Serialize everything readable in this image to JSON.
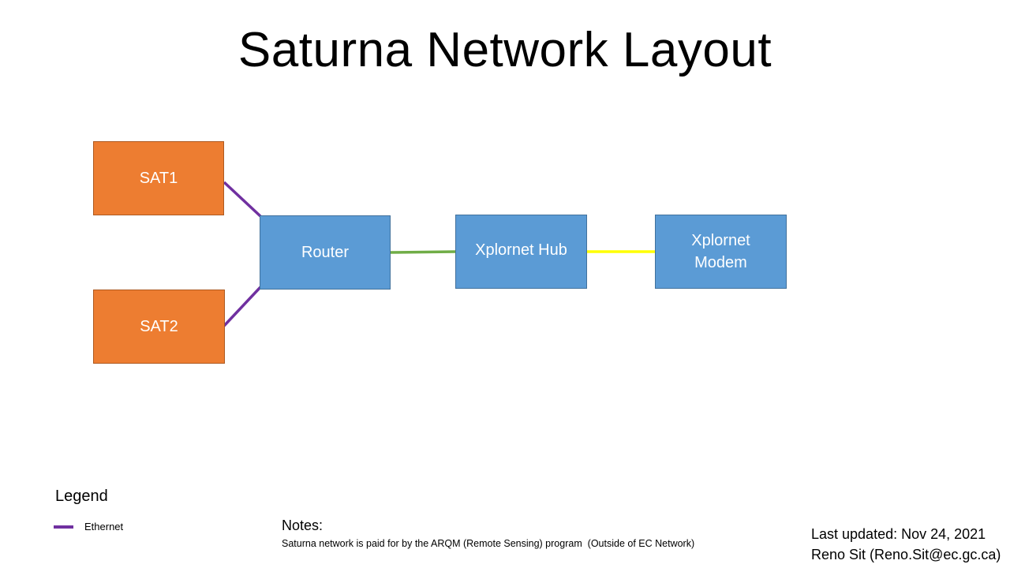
{
  "title": "Saturna Network Layout",
  "nodes": {
    "sat1": {
      "label": "SAT1",
      "color": "#ed7d31"
    },
    "sat2": {
      "label": "SAT2",
      "color": "#ed7d31"
    },
    "router": {
      "label": "Router",
      "color": "#5b9bd5"
    },
    "hub": {
      "label": "Xplornet Hub",
      "color": "#5b9bd5"
    },
    "modem": {
      "label_line1": "Xplornet",
      "label_line2": "Modem",
      "color": "#5b9bd5"
    }
  },
  "links": [
    {
      "from": "SAT1",
      "to": "Router",
      "type": "Ethernet",
      "color": "#7030a0"
    },
    {
      "from": "SAT2",
      "to": "Router",
      "type": "Ethernet",
      "color": "#7030a0"
    },
    {
      "from": "Router",
      "to": "Xplornet Hub",
      "color": "#70ad47"
    },
    {
      "from": "Xplornet Hub",
      "to": "Xplornet Modem",
      "color": "#ffff00"
    }
  ],
  "legend": {
    "title": "Legend",
    "items": [
      {
        "label": "Ethernet",
        "color": "#7030a0"
      }
    ]
  },
  "notes": {
    "title": "Notes:",
    "text": "Saturna network is paid for by the ARQM (Remote Sensing) program  (Outside of EC Network)"
  },
  "footer": {
    "last_updated": "Last updated: Nov 24, 2021",
    "author": "Reno Sit (Reno.Sit@ec.gc.ca)"
  }
}
